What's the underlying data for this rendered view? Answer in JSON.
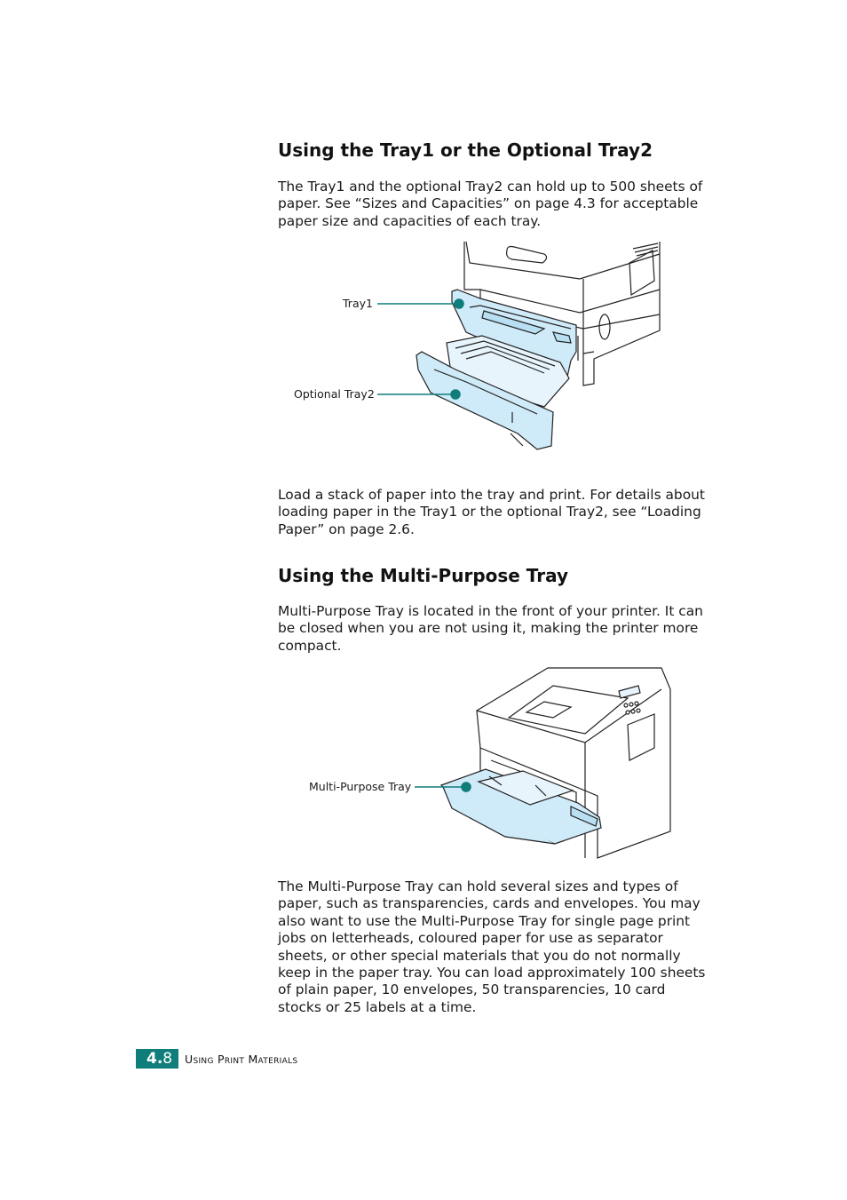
{
  "section1": {
    "heading": "Using the Tray1 or the Optional Tray2",
    "intro": "The Tray1 and the optional Tray2 can hold up to 500 sheets of paper. See “Sizes and Capacities” on page 4.3 for acceptable paper size and capacities of each tray.",
    "figure": {
      "callouts": [
        "Tray1",
        "Optional Tray2"
      ]
    },
    "body": "Load a stack of paper into the tray and print. For details about loading paper in the Tray1 or the optional Tray2, see “Loading Paper” on page 2.6."
  },
  "section2": {
    "heading": "Using the Multi-Purpose Tray",
    "intro": "Multi-Purpose Tray is located in the front of your printer. It can be closed when you are not using it, making the printer more compact.",
    "figure": {
      "callouts": [
        "Multi-Purpose Tray"
      ]
    },
    "body": "The Multi-Purpose Tray can hold several sizes and types of paper, such as transparencies, cards and envelopes. You may also want to use the Multi-Purpose Tray for single page print jobs on letterheads, coloured paper for use as separator sheets, or other special materials that you do not normally keep in the paper tray. You can load approximately 100 sheets of plain paper, 10 envelopes, 50 transparencies, 10 card stocks or 25 labels at a time."
  },
  "footer": {
    "chapter": "4.",
    "page": "8",
    "title": "Using Print Materials"
  },
  "colors": {
    "accent": "#0f7d7a",
    "tray_fill": "#cfeaf8",
    "line": "#222222"
  }
}
